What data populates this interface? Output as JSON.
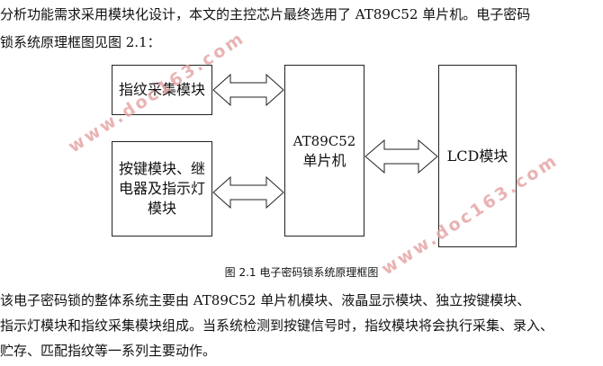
{
  "paragraph1": {
    "line1": "    分析功能需求采用模块化设计，本文的主控芯片最终选用了 AT89C52 单片机。电子密码",
    "line2": "锁系统原理框图见图 2.1："
  },
  "diagram": {
    "fingerprint_module": "指纹采集模块",
    "key_module_lines": [
      "按键模块、继",
      "电器及指示灯",
      "模块"
    ],
    "mcu_lines": [
      "AT89C52",
      "单片机"
    ],
    "lcd_module": "LCD模块"
  },
  "caption": "图 2.1  电子密码锁系统原理框图",
  "paragraph2": {
    "line1": "    该电子密码锁的整体系统主要由 AT89C52 单片机模块、液晶显示模块、独立按键模块、",
    "line2": "指示灯模块和指纹采集模块组成。当系统检测到按键信号时，指纹模块将会执行采集、录入、",
    "line3": "贮存、匹配指纹等一系列主要动作。"
  },
  "watermarks": [
    "www.doc163.com",
    "www.doc163.com"
  ]
}
